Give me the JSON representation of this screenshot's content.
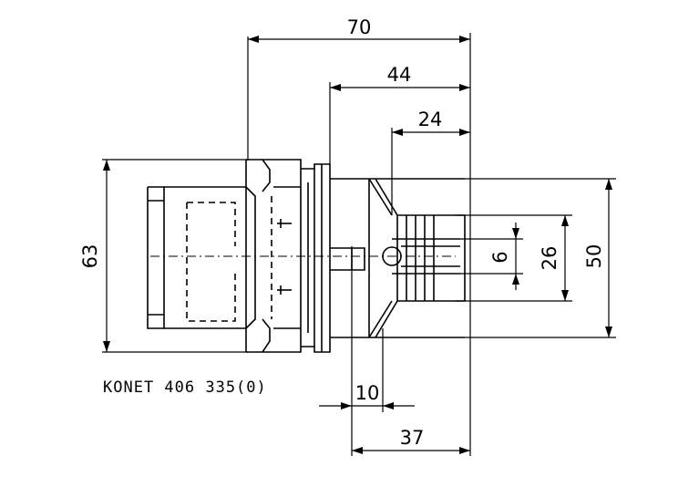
{
  "dimensions": {
    "overall_length": "70",
    "flange_to_end": "44",
    "nut_to_end": "24",
    "body_diameter": "63",
    "nose_diameter": "50",
    "collet_diameter": "26",
    "bore_diameter": "6",
    "small_offset": "10",
    "nose_length": "37"
  },
  "part_code": "KONET 406 335(0)"
}
